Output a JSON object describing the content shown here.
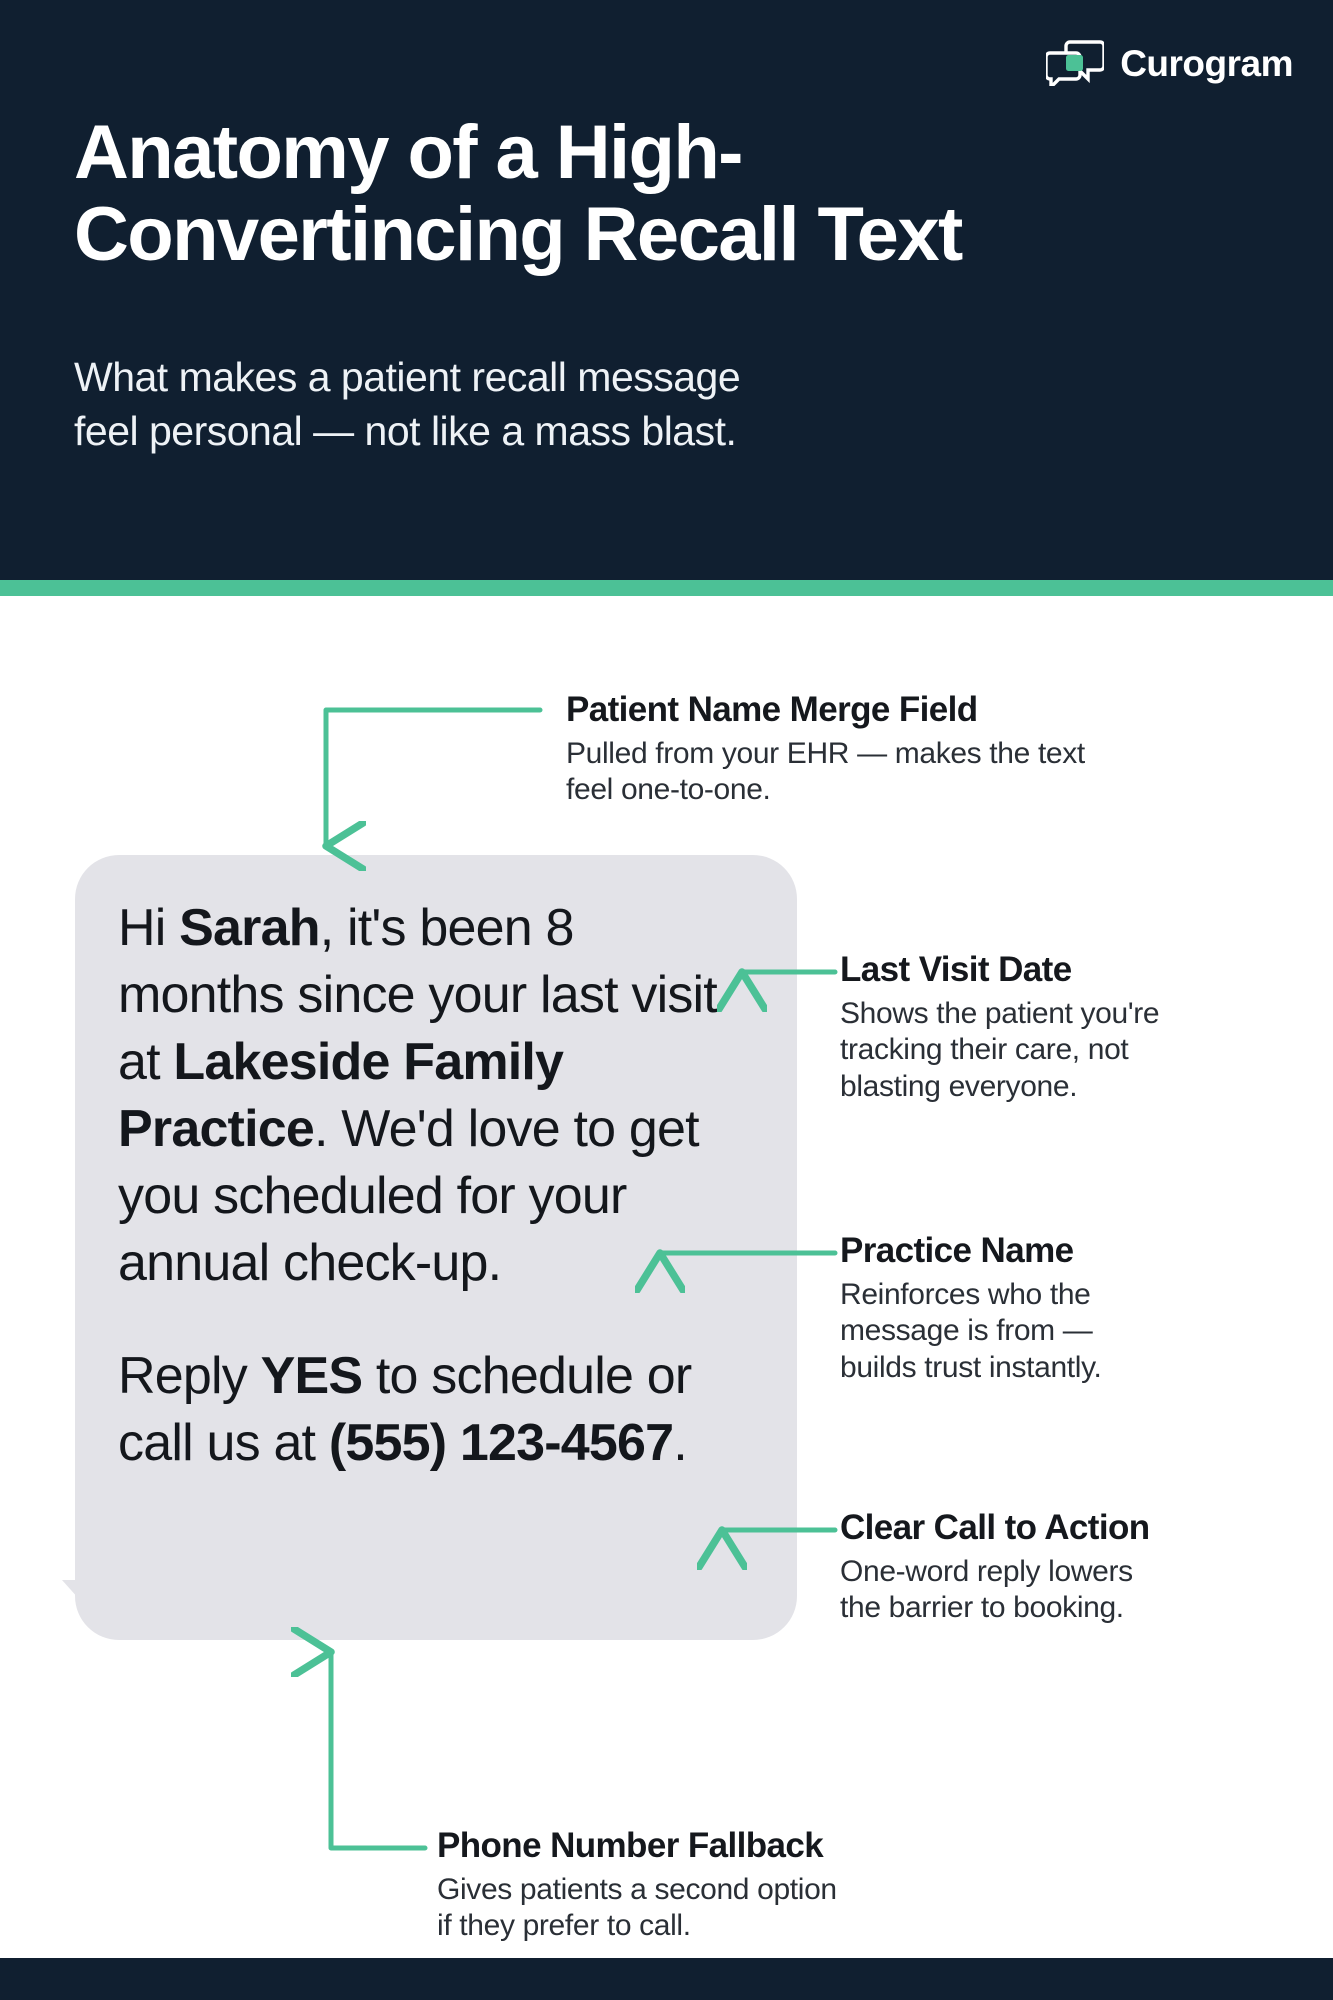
{
  "brand": {
    "name": "Curogram",
    "logo_icon": "chat-bubbles-icon",
    "navy": "#101f30",
    "teal": "#4cc196",
    "bubble_gray": "#e3e3e8"
  },
  "header": {
    "title_line1": "Anatomy of a High-",
    "title_line2": "Convertincing Recall Text",
    "subtitle_line1": "What makes a patient recall message",
    "subtitle_line2": "feel personal — not like a mass blast."
  },
  "message": {
    "p1_a": "Hi ",
    "p1_name": "Sarah",
    "p1_b": ", it's been 8 months since your last visit at ",
    "p1_practice": "Lakeside Family Practice",
    "p1_c": ". We'd love to get you scheduled for your annual check-up.",
    "p2_a": "Reply ",
    "p2_keyword": "YES",
    "p2_b": " to schedule or call us at ",
    "p2_phone": "(555) 123-4567",
    "p2_c": "."
  },
  "annotations": [
    {
      "id": "patient-name-merge-field",
      "title": "Patient Name Merge Field",
      "desc_line1": "Pulled from your EHR — makes the text",
      "desc_line2": "feel one-to-one."
    },
    {
      "id": "last-visit-date",
      "title": "Last Visit Date",
      "desc_line1": "Shows the patient you're",
      "desc_line2": "tracking their care, not",
      "desc_line3": "blasting everyone."
    },
    {
      "id": "practice-name",
      "title": "Practice Name",
      "desc_line1": "Reinforces who the",
      "desc_line2": "message is from —",
      "desc_line3": "builds trust instantly."
    },
    {
      "id": "clear-call-to-action",
      "title": "Clear Call to Action",
      "desc_line1": "One-word reply lowers",
      "desc_line2": "the barrier to booking."
    },
    {
      "id": "phone-number-fallback",
      "title": "Phone Number Fallback",
      "desc_line1": "Gives patients a second option",
      "desc_line2": "if they prefer to call."
    }
  ]
}
